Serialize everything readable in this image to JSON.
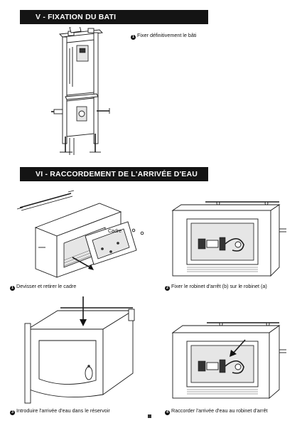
{
  "sections": [
    {
      "title": "V - FIXATION DU BATI"
    },
    {
      "title": "VI - RACCORDEMENT DE L'ARRIVÉE D'EAU"
    }
  ],
  "steps": [
    {
      "number": "1",
      "text": "Fixer définitivement le bâti"
    },
    {
      "number": "1",
      "text": "Devisser et retirer le cadre"
    },
    {
      "number": "2",
      "text": "Fixer le robinet d'arrêt (b) sur le robinet (a)"
    },
    {
      "number": "3",
      "text": "Introduire l'arrivée d'eau dans le réservoir"
    },
    {
      "number": "4",
      "text": "Raccorder l'arrivée d'eau au robinet d'arrêt"
    }
  ],
  "labels": {
    "cadre": "Cadre"
  }
}
